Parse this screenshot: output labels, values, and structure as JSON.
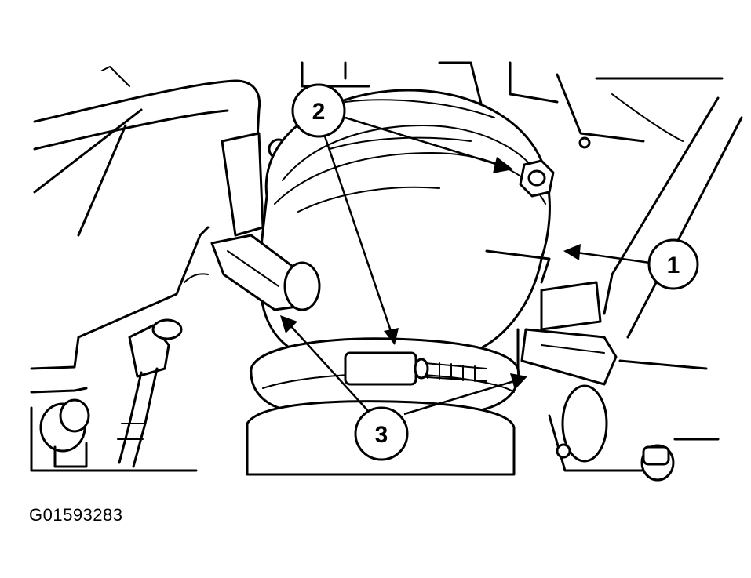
{
  "figure": {
    "id": "G01593283"
  },
  "callouts": [
    {
      "label": "1"
    },
    {
      "label": "2"
    },
    {
      "label": "3"
    }
  ]
}
